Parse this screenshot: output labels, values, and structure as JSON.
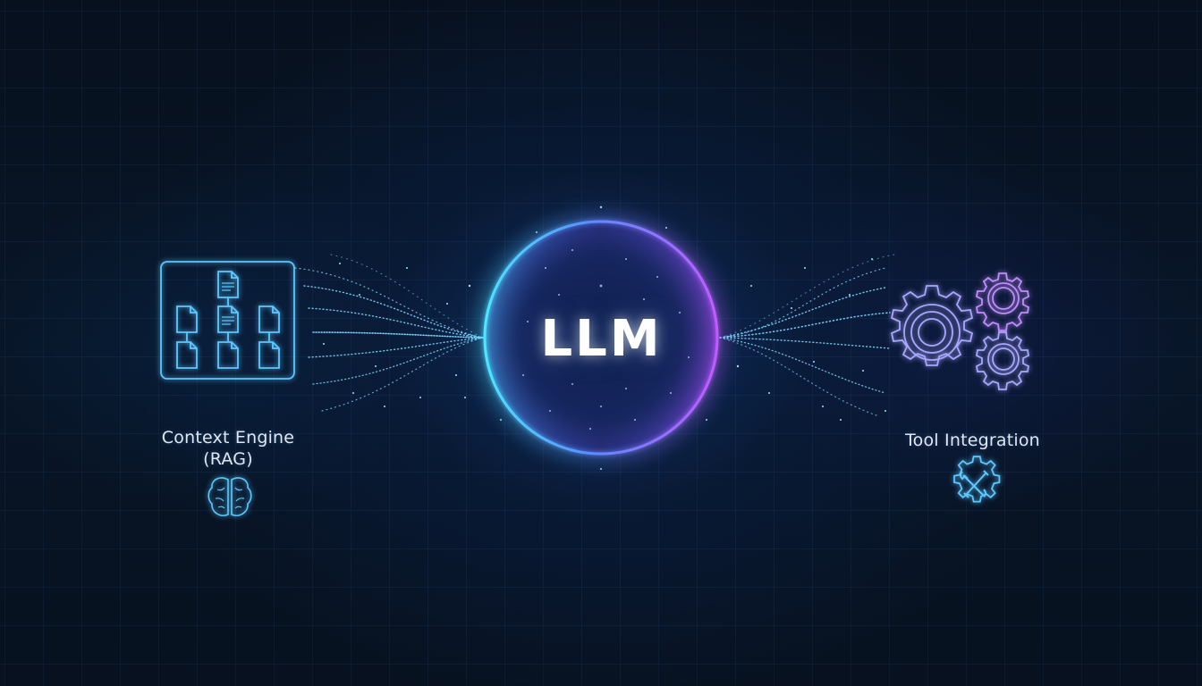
{
  "center": {
    "label": "LLM",
    "icon": "sphere-particle-icon"
  },
  "left_node": {
    "label_line1": "Context Engine",
    "label_line2": "(RAG)",
    "panel_icon": "document-tree-icon",
    "sub_icon": "brain-icon"
  },
  "right_node": {
    "label": "Tool Integration",
    "panel_icon": "gears-icon",
    "sub_icon": "gear-wrench-icon"
  },
  "colors": {
    "background": "#07111f",
    "grid": "#1a2f4a",
    "cyan_accent": "#4fd8ff",
    "purple_accent": "#b65cff",
    "icon_blue": "#5cc8ff",
    "gear_lavender": "#b9a8ff",
    "text": "#dfe8f2"
  }
}
